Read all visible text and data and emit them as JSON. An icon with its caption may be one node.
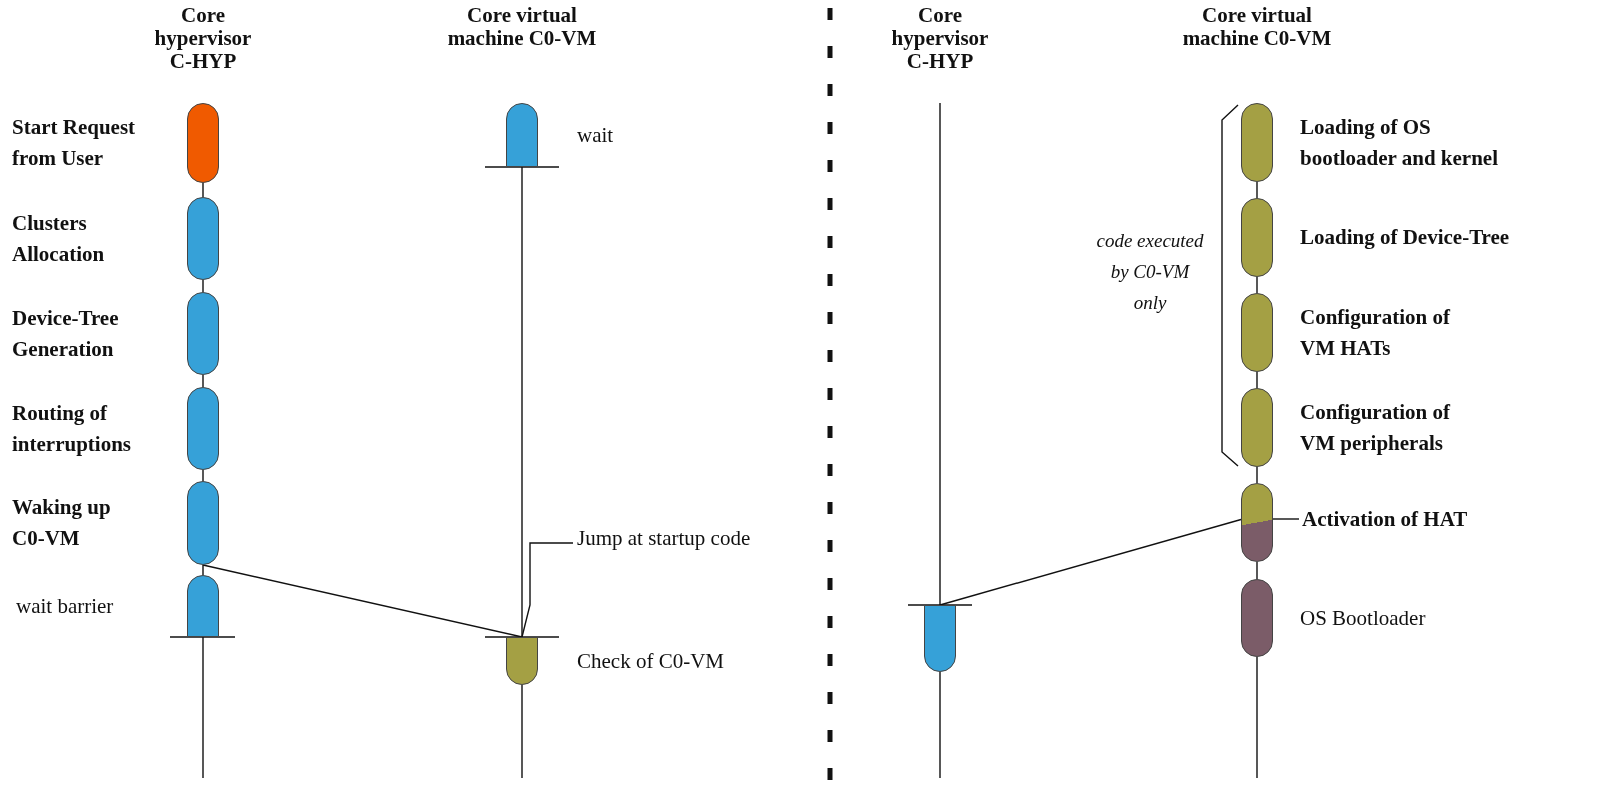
{
  "diagram": {
    "nodes": [
      {
        "text": [],
        "shape": "bar",
        "beside": [
          "Start Request from User"
        ]
      },
      {
        "text": [],
        "shape": "bar",
        "beside": [
          "Clusters Allocation"
        ]
      },
      {
        "text": [],
        "shape": "bar",
        "beside": [
          "Device-Tree Generation"
        ]
      },
      {
        "text": [],
        "shape": "bar",
        "beside": [
          "Routing of interruptions"
        ]
      },
      {
        "text": [],
        "shape": "bar",
        "beside": [
          "Waking up C0-VM"
        ]
      },
      {
        "text": [],
        "shape": "bar",
        "beside": [
          "wait barrier"
        ]
      },
      {
        "text": [],
        "shape": "bar",
        "beside": [
          "wait"
        ]
      },
      {
        "text": [
          "Jump at startup code"
        ]
      },
      {
        "text": [],
        "shape": "bar",
        "beside": [
          "Check of C0-VM"
        ]
      },
      {
        "text": [],
        "shape": "bar"
      },
      {
        "text": [],
        "shape": "bar",
        "beside": [
          "Loading of OS bootloader and kernel"
        ]
      },
      {
        "text": [],
        "shape": "bar",
        "beside": [
          "Loading of Device-Tree"
        ]
      },
      {
        "text": [],
        "shape": "bar",
        "beside": [
          "Configuration of VM HATs"
        ]
      },
      {
        "text": [],
        "shape": "bar",
        "beside": [
          "Configuration of VM peripherals"
        ]
      },
      {
        "text": [],
        "shape": "bar"
      },
      {
        "text": [
          "Activation of HAT"
        ]
      },
      {
        "text": [],
        "shape": "bar",
        "beside": [
          "OS Bootloader"
        ]
      }
    ],
    "edges": [
      {
        "from": 0,
        "to": 1,
        "arrow": "none"
      },
      {
        "from": 1,
        "to": 2,
        "arrow": "none"
      },
      {
        "from": 2,
        "to": 3,
        "arrow": "none"
      },
      {
        "from": 3,
        "to": 4,
        "arrow": "none"
      },
      {
        "from": 4,
        "to": 5,
        "arrow": "none"
      },
      {
        "from": 6,
        "to": 8,
        "arrow": "none"
      },
      {
        "from": 4,
        "to": 8,
        "arrow": "none"
      },
      {
        "from": 7,
        "to": 8,
        "arrow": "none"
      },
      {
        "from": 10,
        "to": 11,
        "arrow": "none"
      },
      {
        "from": 11,
        "to": 12,
        "arrow": "none"
      },
      {
        "from": 12,
        "to": 13,
        "arrow": "none"
      },
      {
        "from": 13,
        "to": 14,
        "arrow": "none"
      },
      {
        "from": 14,
        "to": 16,
        "arrow": "none"
      },
      {
        "from": 14,
        "to": 9,
        "arrow": "none"
      },
      {
        "from": 15,
        "to": 14,
        "arrow": "none"
      }
    ],
    "labels": [
      "Core hypervisor C-HYP",
      "Core virtual machine C0-VM",
      "Core hypervisor C-HYP",
      "Core virtual machine C0-VM",
      "code executed by C0-VM only"
    ]
  }
}
